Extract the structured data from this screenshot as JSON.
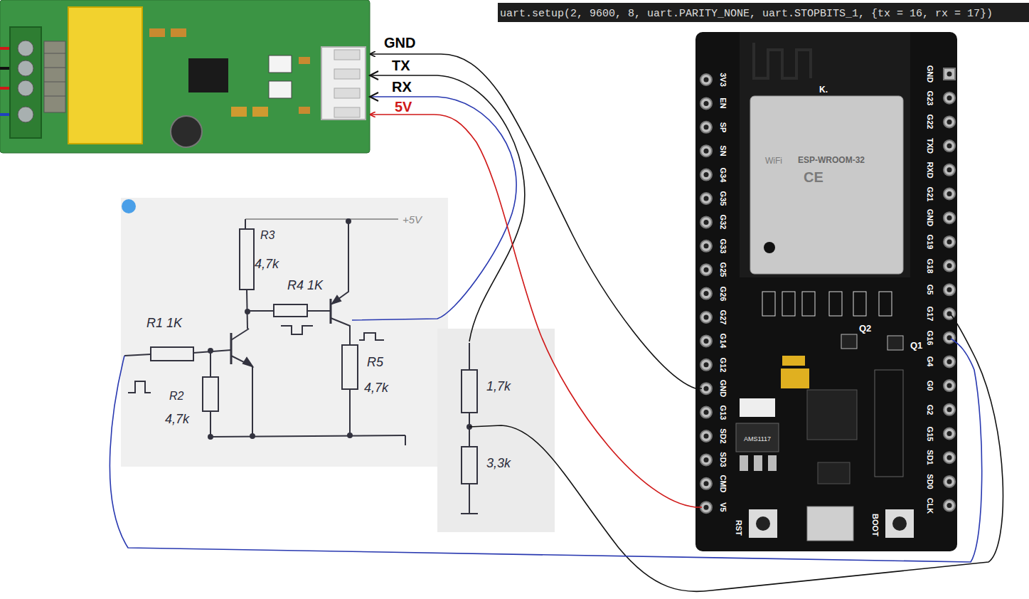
{
  "diagram": {
    "nodes": [
      {
        "text": [
          "uart.setup(2, 9600, 8, uart.PARITY_NONE, uart.STOPBITS_1, {tx = 16, rx = 17})"
        ]
      },
      {
        "text": [
          "GND",
          "TX",
          "RX",
          "5V"
        ]
      },
      {
        "text": [
          "ESP-WROOM-32"
        ]
      }
    ],
    "edges": [
      {
        "from": 2,
        "to": 1,
        "arrow": "to"
      },
      {
        "from": 2,
        "to": 1,
        "arrow": "to"
      }
    ],
    "labels": [
      "+5V",
      "R3",
      "4,7k",
      "R4 1K",
      "R1 1K",
      "R2",
      "4,7k",
      "R5",
      "4,7k",
      "1,7k",
      "3,3k",
      "3V3",
      "EN",
      "SP",
      "SN",
      "G34",
      "G35",
      "G32",
      "G33",
      "G25",
      "G26",
      "G27",
      "G14",
      "G12",
      "GND",
      "G13",
      "SD2",
      "SD3",
      "CMD",
      "V5",
      "GND",
      "G23",
      "G22",
      "TXD",
      "RXD",
      "G21",
      "GND",
      "G19",
      "G18",
      "G5",
      "G17",
      "G16",
      "G4",
      "G0",
      "G2",
      "G15",
      "SD1",
      "SD0",
      "CLK",
      "K.",
      "Q2",
      "Q1",
      "AMS1117",
      "RST",
      "BOOT",
      "WiFi",
      "CE"
    ]
  }
}
